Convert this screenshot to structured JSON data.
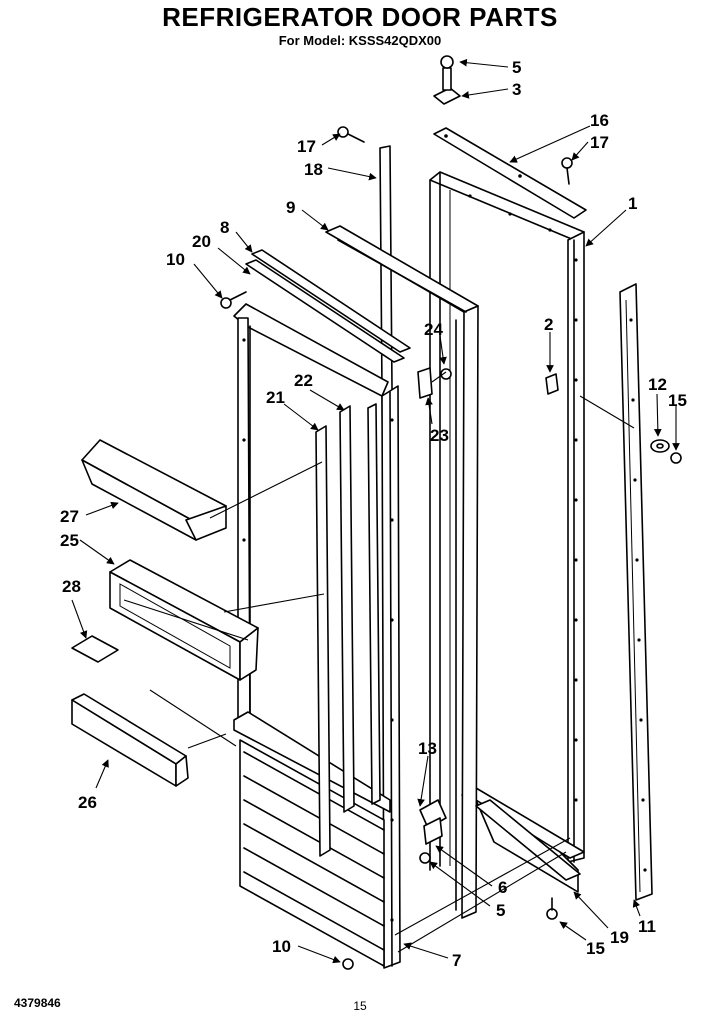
{
  "header": {
    "title": "REFRIGERATOR DOOR PARTS",
    "model_line": "For Model: KSSS42QDX00"
  },
  "footer": {
    "doc_number": "4379846",
    "page_number": "15"
  },
  "callouts": {
    "c1": "1",
    "c2": "2",
    "c3": "3",
    "c5a": "5",
    "c5b": "5",
    "c6": "6",
    "c7": "7",
    "c8": "8",
    "c9": "9",
    "c10a": "10",
    "c10b": "10",
    "c11": "11",
    "c12": "12",
    "c13": "13",
    "c15a": "15",
    "c15b": "15",
    "c16": "16",
    "c17a": "17",
    "c17b": "17",
    "c18": "18",
    "c19": "19",
    "c20": "20",
    "c21": "21",
    "c22": "22",
    "c23": "23",
    "c24": "24",
    "c25": "25",
    "c26": "26",
    "c27": "27",
    "c28": "28"
  }
}
